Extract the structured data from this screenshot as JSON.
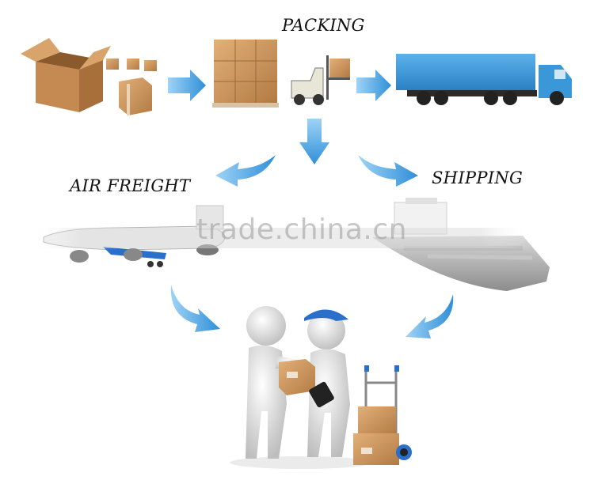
{
  "labels": {
    "packing": "PACKING",
    "air_freight": "AIR FREIGHT",
    "shipping": "SHIPPING"
  },
  "watermark": "trade.china.cn",
  "colors": {
    "arrow_blue": "#2f8fd8",
    "truck_blue": "#3a98d8",
    "cardboard": "#c9955e",
    "cap_blue": "#2a6fc9",
    "figure_white": "#e8e8e8"
  },
  "icons": [
    "box-icon",
    "pallet-icon",
    "forklift-icon",
    "truck-icon",
    "airplane-icon",
    "ship-icon",
    "delivery-people-icon",
    "hand-truck-icon"
  ]
}
